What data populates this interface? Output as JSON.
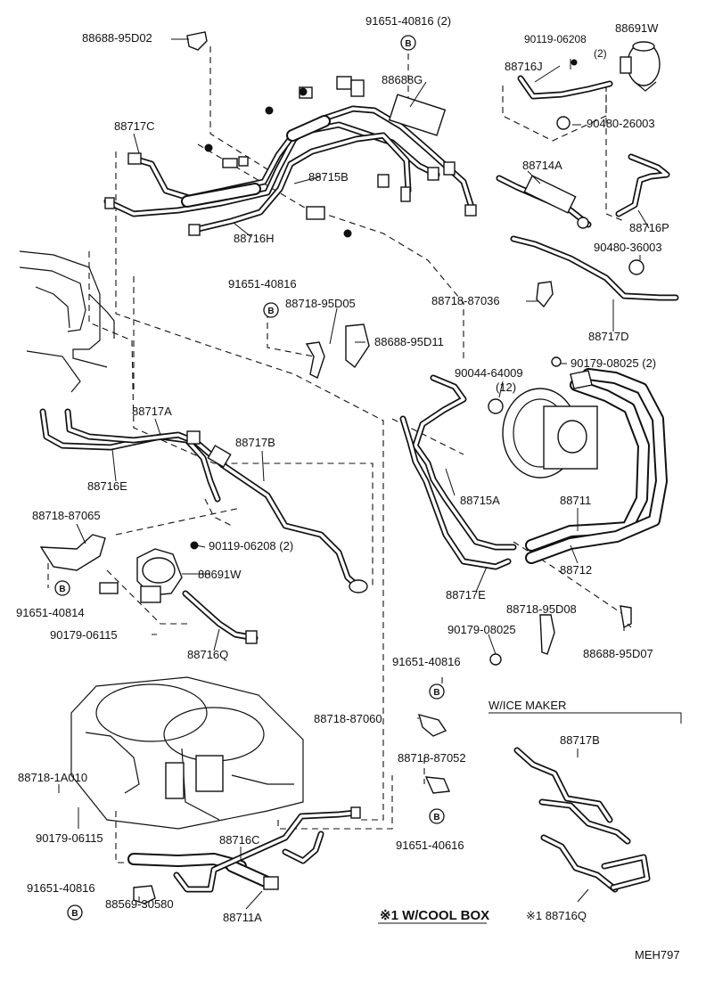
{
  "labels": {
    "p88688_95d02": "88688-95D02",
    "p91651_40816_2": "91651-40816 (2)",
    "p88691w_top": "88691W",
    "p90119_06208_top": "90119-06208",
    "p2_top": "(2)",
    "p88716j": "88716J",
    "p88688g": "88688G",
    "p90480_26003": "90480-26003",
    "p88717c": "88717C",
    "p88714a": "88714A",
    "p88715b": "88715B",
    "p88716p": "88716P",
    "p88716h": "88716H",
    "p90480_36003": "90480-36003",
    "p91651_40816_mid": "91651-40816",
    "p88718_95d05": "88718-95D05",
    "p88688_95d11": "88688-95D11",
    "p88718_87036": "88718-87036",
    "p88717d": "88717D",
    "p90044_64009": "90044-64009",
    "p12": "(12)",
    "p90179_08025_2": "90179-08025 (2)",
    "p88717a": "88717A",
    "p88717b": "88717B",
    "p88716e": "88716E",
    "p88715a": "88715A",
    "p88711": "88711",
    "p88712": "88712",
    "p88718_87065": "88718-87065",
    "p90119_06208_2": "90119-06208 (2)",
    "p88691w": "88691W",
    "p91651_40814": "91651-40814",
    "p88717e": "88717E",
    "p88718_95d08": "88718-95D08",
    "p90179_06115_a": "90179-06115",
    "p88716q": "88716Q",
    "p90179_08025": "90179-08025",
    "p88688_95d07": "88688-95D07",
    "p91651_40816_c": "91651-40816",
    "p88718_87060": "88718-87060",
    "wice_header": "W/ICE MAKER",
    "p88718_87052": "88718-87052",
    "p88717b_ice": "88717B",
    "p88718_1a010": "88718-1A010",
    "p90179_06115_b": "90179-06115",
    "p88716c": "88716C",
    "p91651_40616": "91651-40616",
    "p91651_40816_d": "91651-40816",
    "p88711a": "88711A",
    "p88569_30580": "88569-30580",
    "coolbox_note": "※1 W/COOL BOX",
    "p88716q_star": "※1 88716Q",
    "figure_code": "MEH797",
    "bolt_letter": "B"
  }
}
